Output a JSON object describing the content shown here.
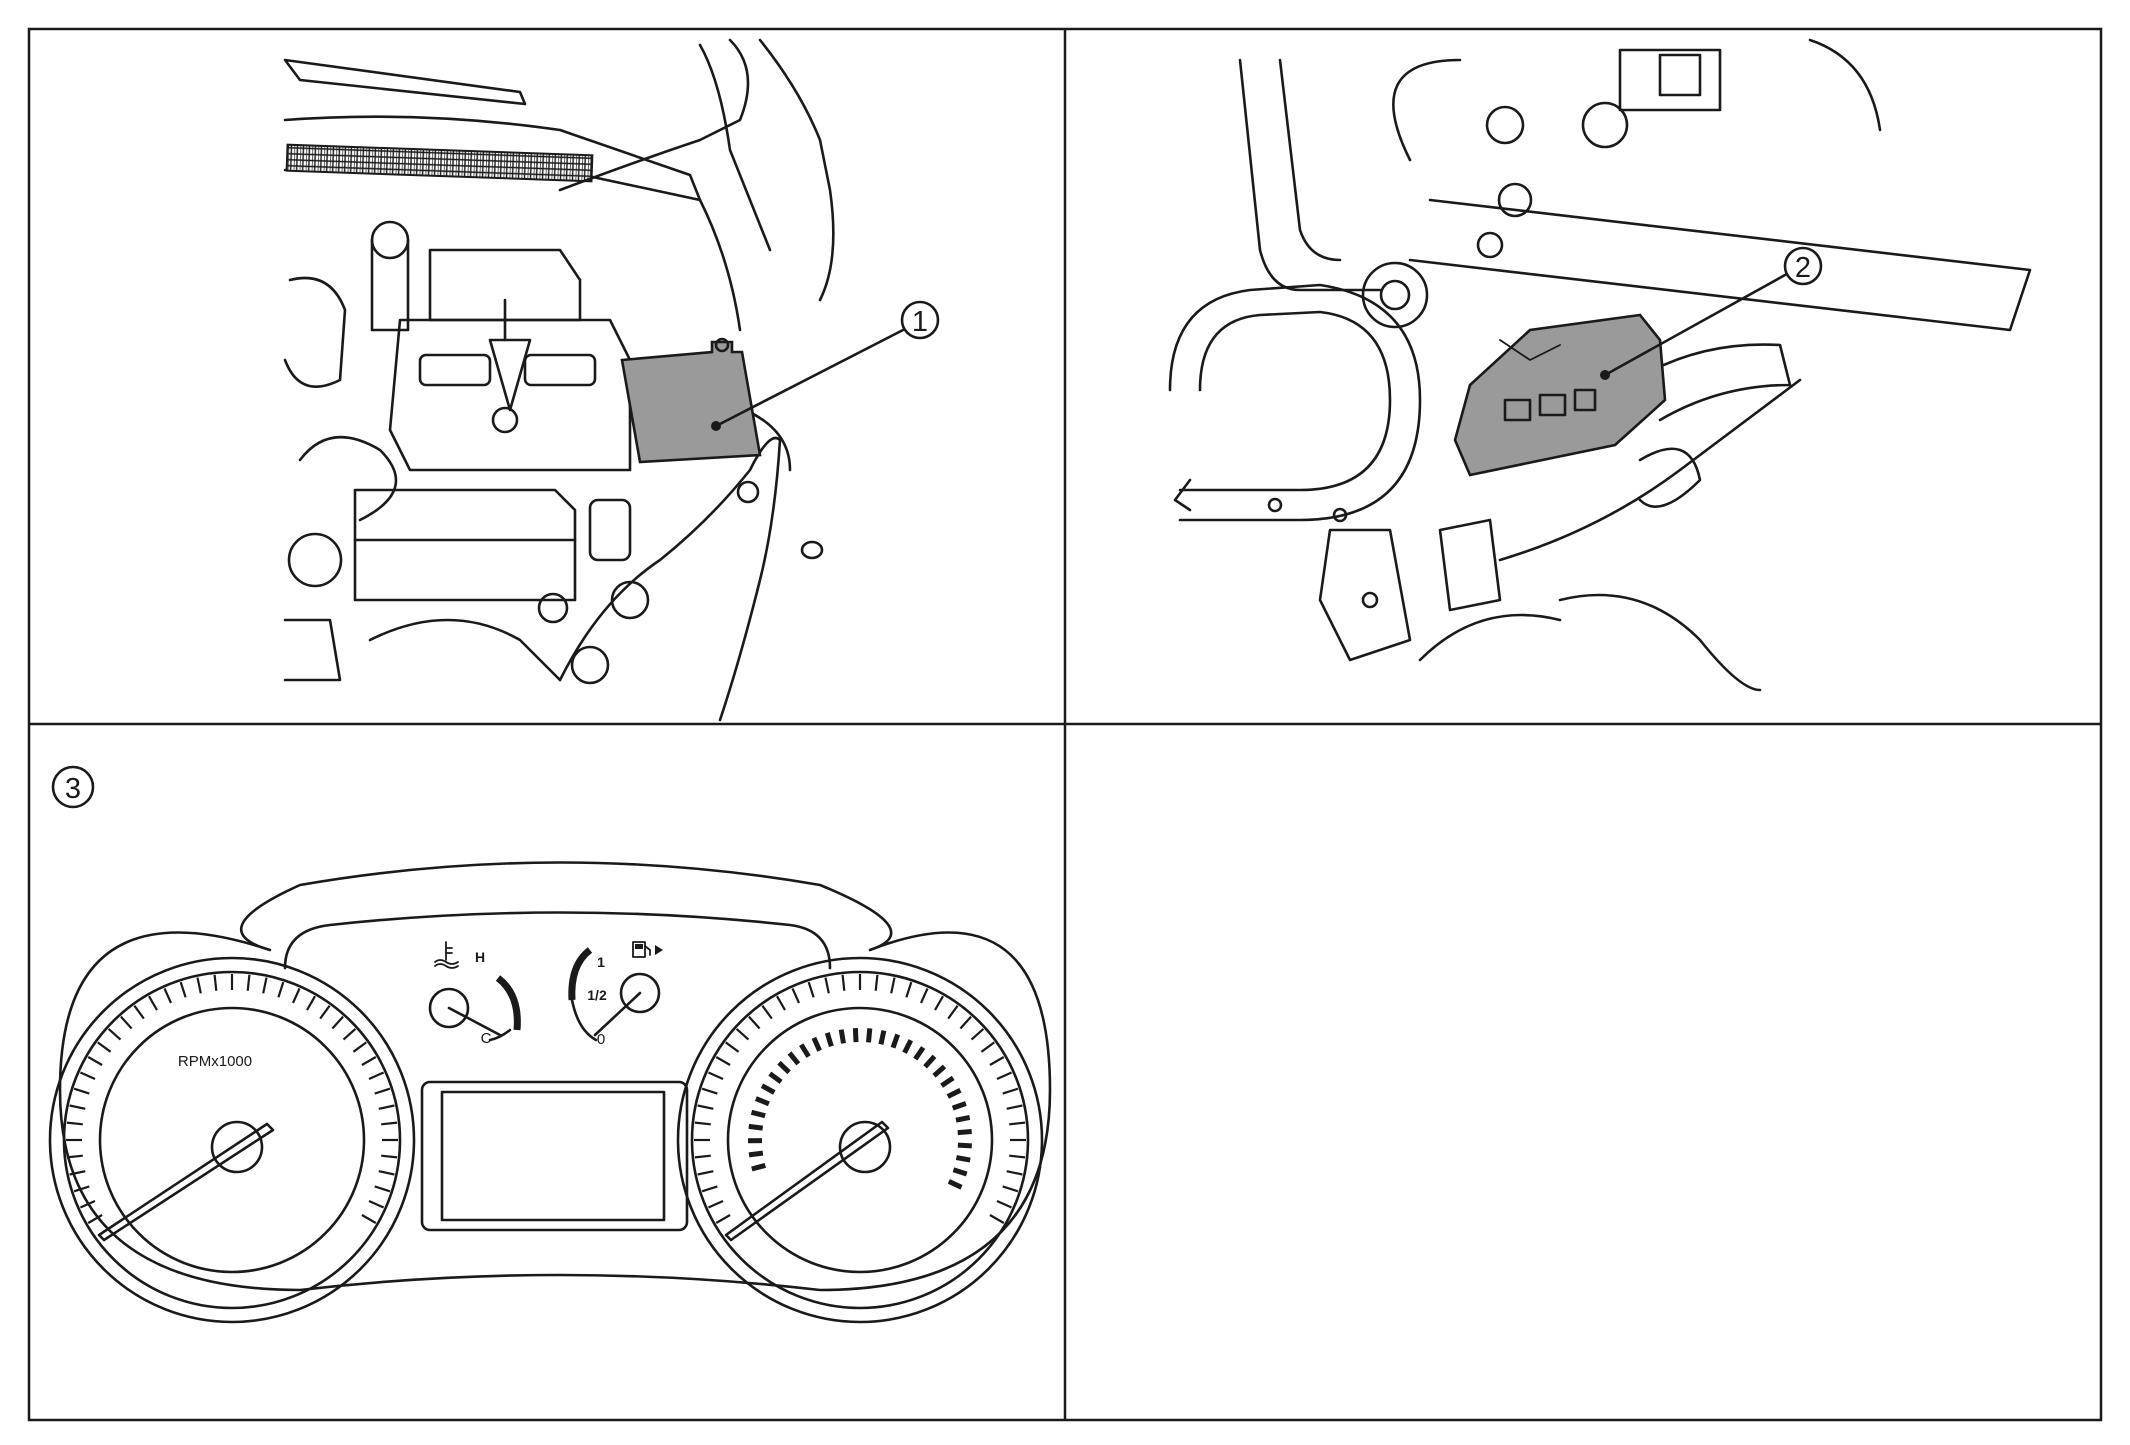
{
  "colors": {
    "line": "#1a1a1a",
    "background": "#ffffff",
    "component_fill": "#9a9a9a"
  },
  "callouts": [
    {
      "id": "1",
      "label": "1"
    },
    {
      "id": "2",
      "label": "2"
    },
    {
      "id": "3",
      "label": "3"
    }
  ],
  "cluster": {
    "tachometer_label": "RPMx1000",
    "temp_hot_label": "H",
    "temp_cold_label": "C",
    "fuel_full_label": "1",
    "fuel_half_label": "1/2",
    "fuel_empty_label": "0",
    "temp_icon": "coolant-temperature-icon",
    "fuel_icon": "fuel-pump-icon"
  },
  "panels": [
    {
      "name": "engine-bay-battery-view",
      "callout": "1"
    },
    {
      "name": "engine-bay-module-view",
      "callout": "2"
    },
    {
      "name": "combination-meter-view",
      "callout": "3"
    },
    {
      "name": "empty-panel",
      "callout": ""
    }
  ]
}
